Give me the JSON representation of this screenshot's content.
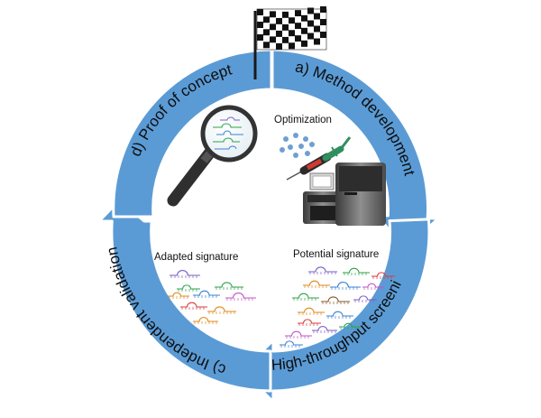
{
  "diagram": {
    "segments": [
      {
        "id": "a",
        "label": "a) Method development"
      },
      {
        "id": "b",
        "label": "b) High-throughput screening"
      },
      {
        "id": "c",
        "label": "c) Independent validation"
      },
      {
        "id": "d",
        "label": "d) Proof of concept"
      }
    ],
    "annotations": {
      "optimization": "Optimization",
      "potential_signature": "Potential signature",
      "adapted_signature": "Adapted signature"
    },
    "icons": [
      "checkered-flag-icon",
      "magnifying-glass-icon",
      "syringe-icon",
      "mass-spectrometer-icon",
      "molecule-dots-icon"
    ],
    "colors": {
      "arrow_blue": "#5b9bd5",
      "arrow_outline": "#ffffff",
      "signature_palette": [
        "#7b5fc9",
        "#2ea24a",
        "#d93b3b",
        "#e08a1a",
        "#3c7fd6",
        "#c256c6",
        "#8a5a2b"
      ]
    }
  }
}
